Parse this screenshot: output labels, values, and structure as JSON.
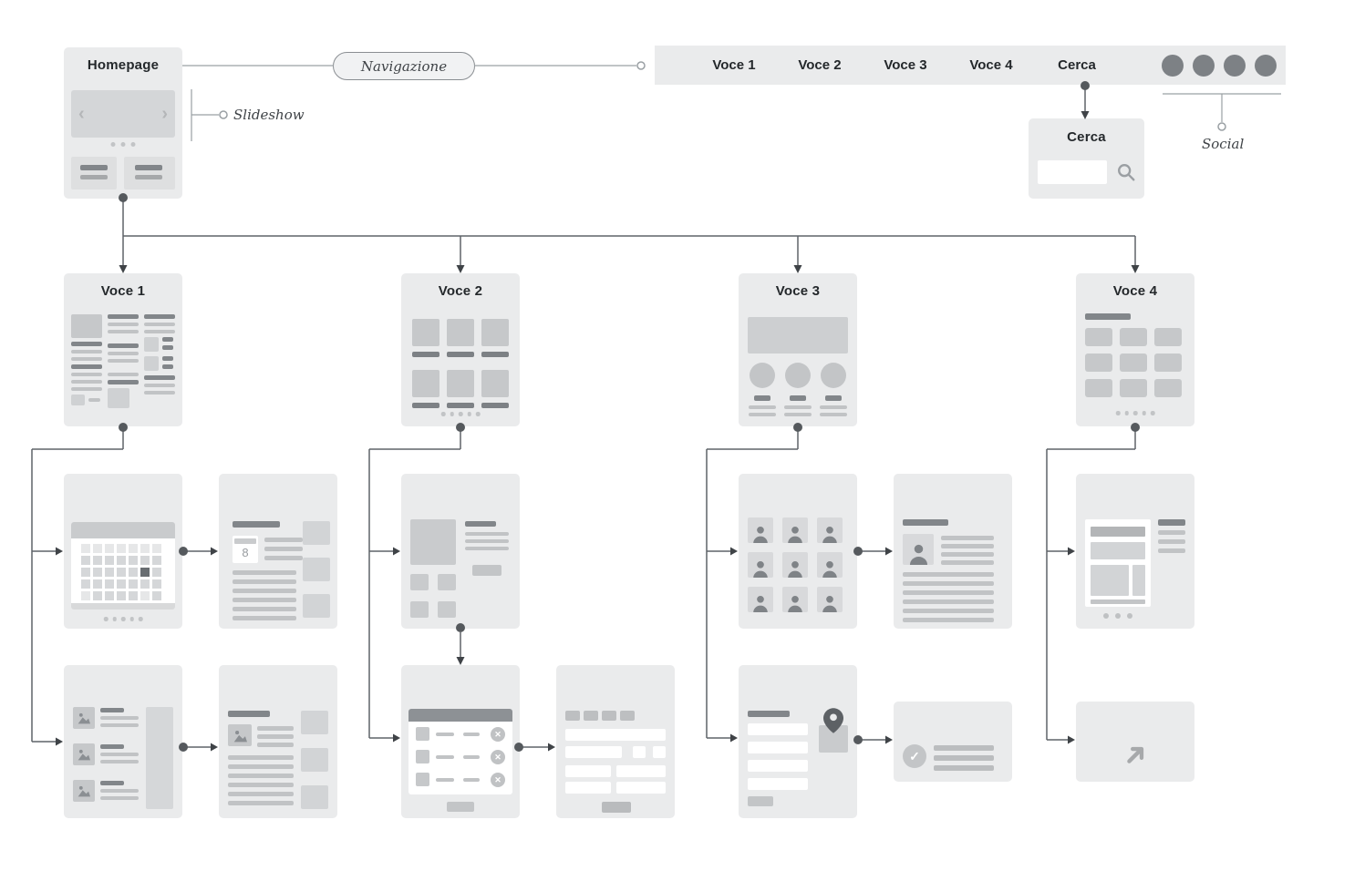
{
  "homepage": {
    "title": "Homepage"
  },
  "annotations": {
    "navigation": "Navigazione",
    "slideshow": "Slideshow",
    "social": "Social"
  },
  "nav": {
    "items": [
      "Voce 1",
      "Voce 2",
      "Voce 3",
      "Voce 4",
      "Cerca"
    ],
    "social_icon_count": 4
  },
  "search_box": {
    "title": "Cerca",
    "input_value": ""
  },
  "sections": {
    "voce1": {
      "title": "Voce 1"
    },
    "voce2": {
      "title": "Voce 2"
    },
    "voce3": {
      "title": "Voce 3"
    },
    "voce4": {
      "title": "Voce 4"
    }
  },
  "event_page": {
    "date_badge": "8"
  },
  "colors": {
    "card_bg": "#eaebec",
    "dark_bar": "#82868a",
    "mid_bar": "#c1c3c5",
    "connector": "#5f6368",
    "social_circle": "#7d8185",
    "selected_day": "#686d71"
  }
}
